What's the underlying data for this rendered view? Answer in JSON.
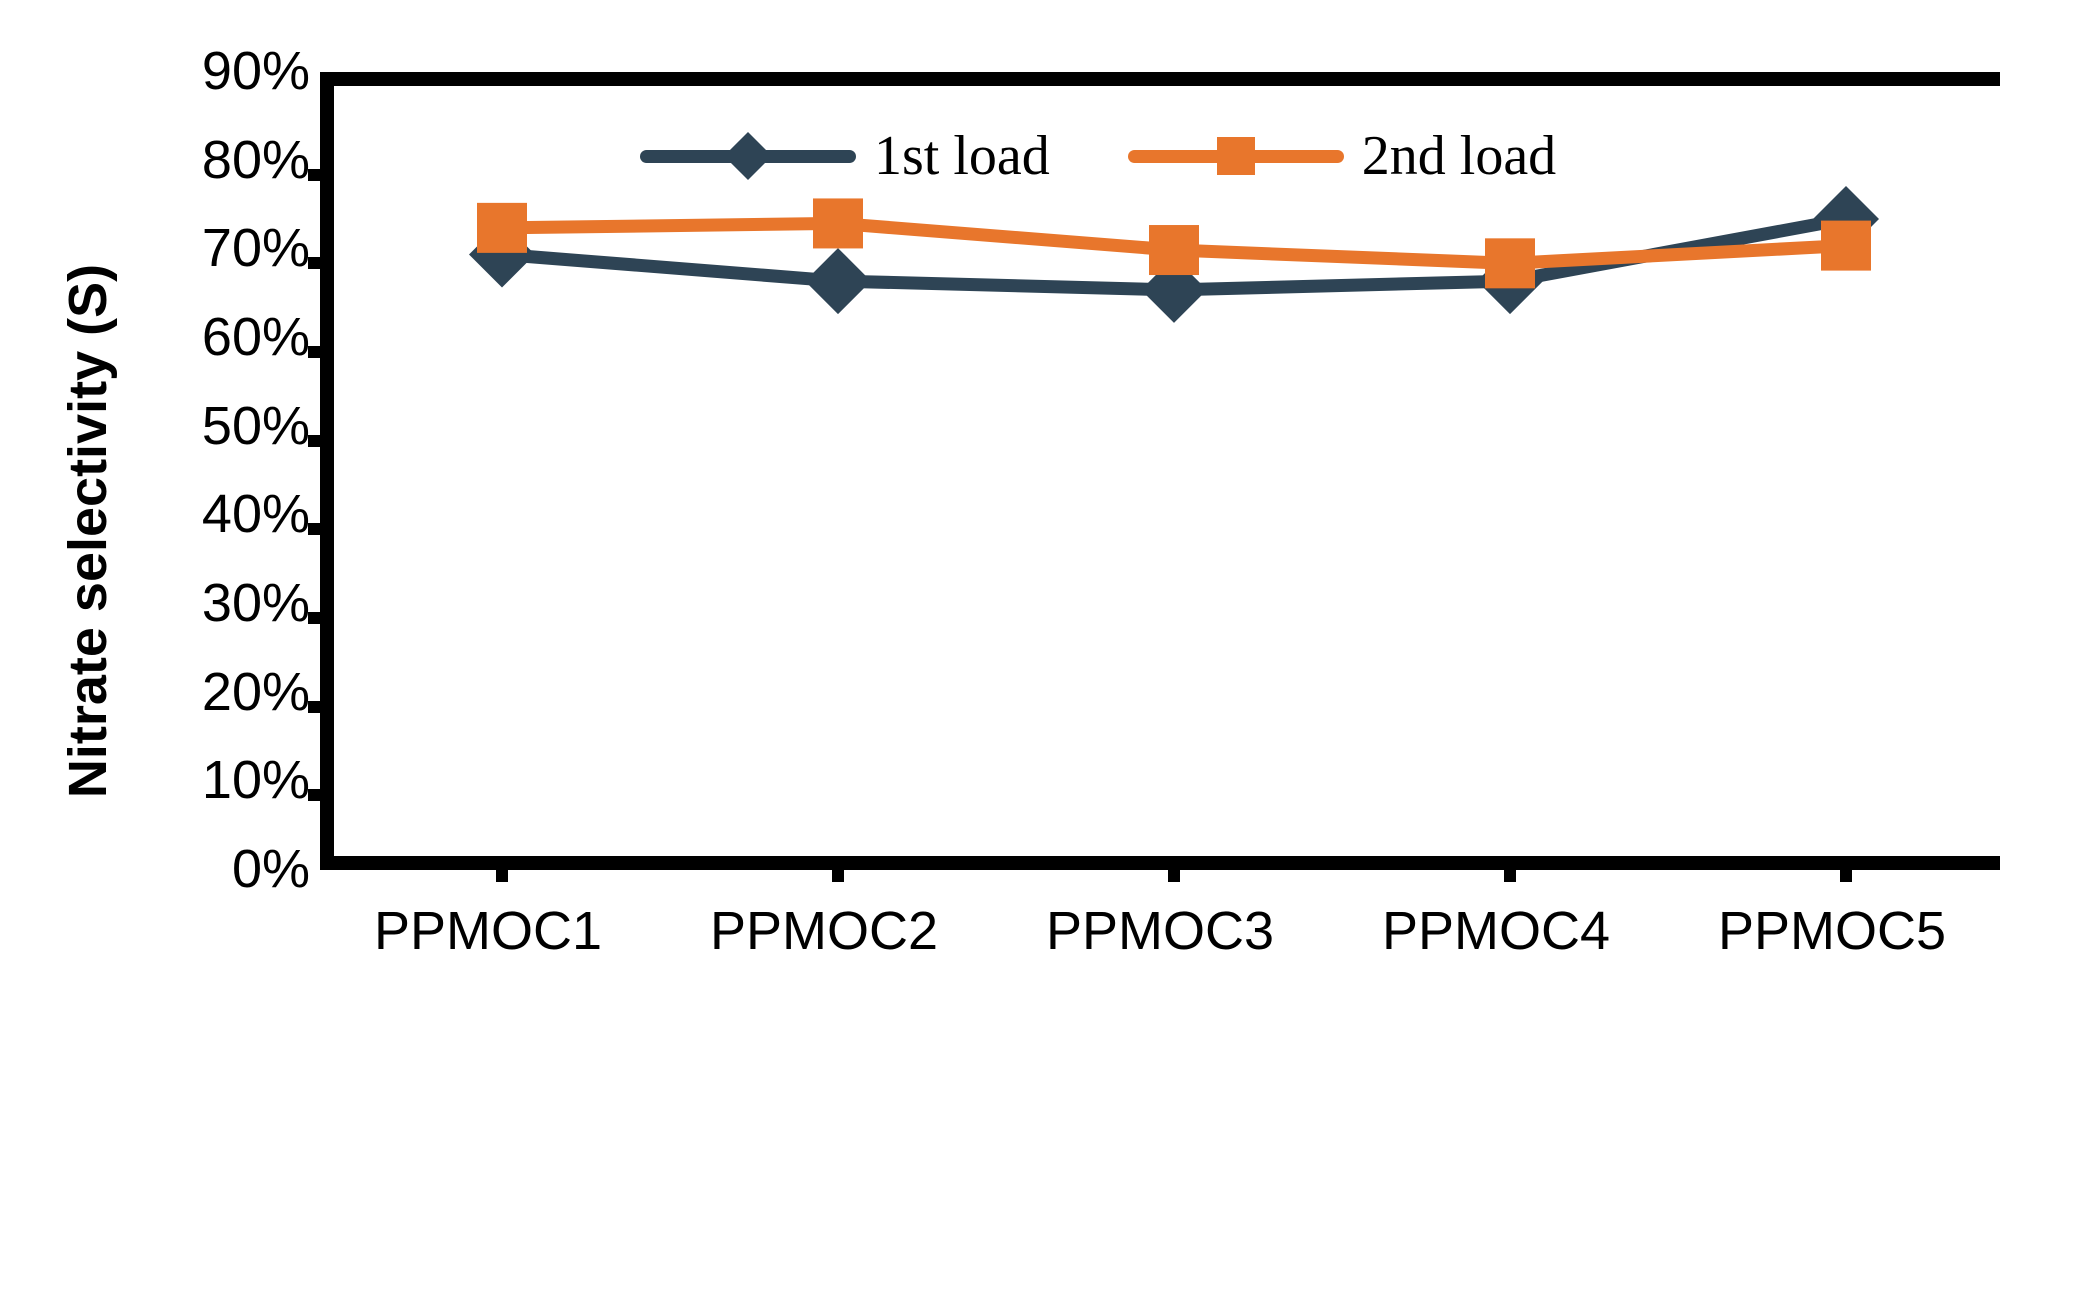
{
  "chart_data": {
    "type": "line",
    "title": "",
    "xlabel": "",
    "ylabel": "Nitrate selectivity  (S)",
    "categories": [
      "PPMOC1",
      "PPMOC2",
      "PPMOC3",
      "PPMOC4",
      "PPMOC5"
    ],
    "ylim": [
      0,
      90
    ],
    "ytick_labels": [
      "90%",
      "80%",
      "70%",
      "60%",
      "50%",
      "40%",
      "30%",
      "20%",
      "10%",
      "0%"
    ],
    "ytick_values": [
      90,
      80,
      70,
      60,
      50,
      40,
      30,
      20,
      10,
      0
    ],
    "ytick_step": 10,
    "grid": false,
    "legend_position": "top-center",
    "series": [
      {
        "name": "1st load",
        "color": "#2E4455",
        "marker": "diamond",
        "values": [
          71,
          68,
          67,
          68,
          75
        ]
      },
      {
        "name": "2nd load",
        "color": "#E8762C",
        "marker": "square",
        "values": [
          74,
          74.5,
          71.5,
          70,
          72
        ]
      }
    ]
  },
  "legend": {
    "entries": [
      {
        "label": "1st load",
        "color": "#2E4455",
        "marker": "diamond"
      },
      {
        "label": "2nd load",
        "color": "#E8762C",
        "marker": "square"
      }
    ]
  },
  "axes": {
    "y_title": "Nitrate selectivity  (S)",
    "axis_color": "#000000"
  },
  "colors": {
    "series_1": "#2E4455",
    "series_2": "#E8762C",
    "axis": "#000000",
    "background": "#FFFFFF"
  }
}
